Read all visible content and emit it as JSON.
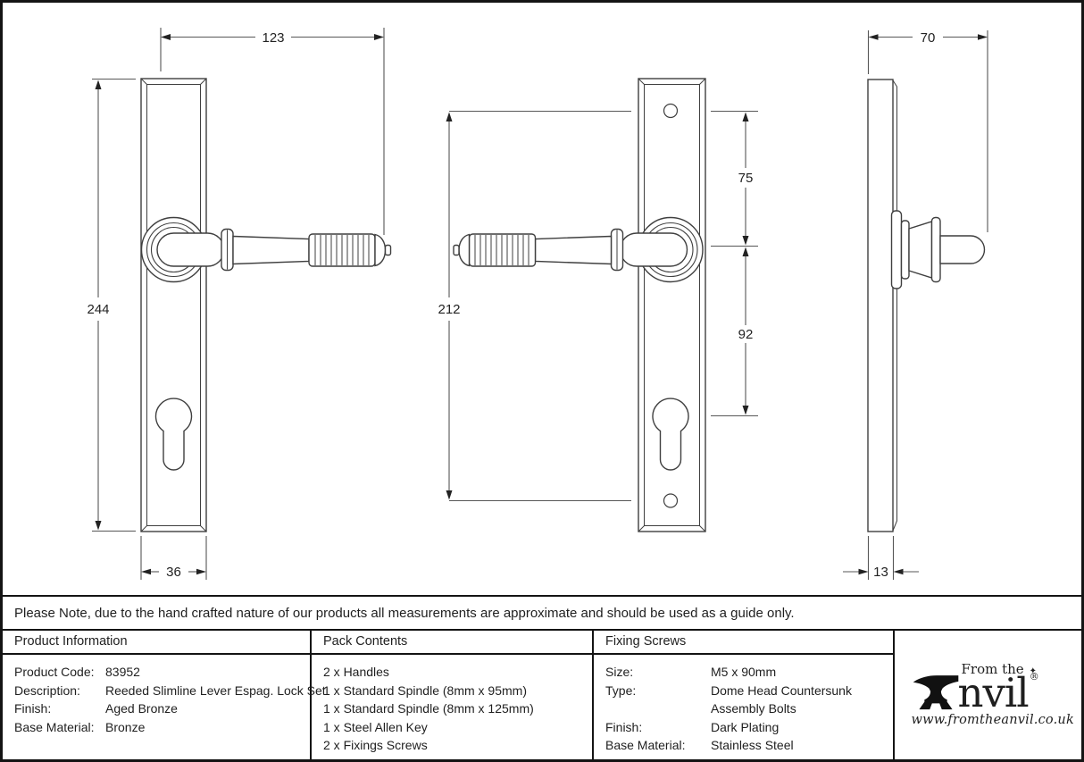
{
  "note": "Please Note, due to the hand crafted nature of our products all measurements are approximate and should be used as a guide only.",
  "drawings": {
    "front_view": {
      "plate_height": "244",
      "handle_width": "123",
      "plate_width": "36"
    },
    "reverse_view": {
      "screw_centres": "212",
      "top_screw_to_handle": "75",
      "handle_to_keyhole": "92"
    },
    "side_view": {
      "projection": "70",
      "plate_depth": "13"
    }
  },
  "table": {
    "product_information": {
      "title": "Product Information",
      "rows": [
        {
          "label": "Product Code:",
          "value": "83952"
        },
        {
          "label": "Description:",
          "value": "Reeded Slimline Lever Espag. Lock Set"
        },
        {
          "label": "Finish:",
          "value": "Aged Bronze"
        },
        {
          "label": "Base Material:",
          "value": "Bronze"
        }
      ]
    },
    "pack_contents": {
      "title": "Pack Contents",
      "items": [
        "2 x Handles",
        "1 x Standard Spindle (8mm x 95mm)",
        "1 x Standard Spindle (8mm x 125mm)",
        "1 x Steel Allen Key",
        "2 x Fixings Screws"
      ]
    },
    "fixing_screws": {
      "title": "Fixing Screws",
      "rows": [
        {
          "label": "Size:",
          "value": "M5 x 90mm"
        },
        {
          "label": "Type:",
          "value": "Dome Head Countersunk"
        },
        {
          "label": "",
          "value": "Assembly Bolts"
        },
        {
          "label": "Finish:",
          "value": "Dark Plating"
        },
        {
          "label": "Base Material:",
          "value": "Stainless Steel"
        }
      ]
    }
  },
  "logo": {
    "tagline": "From the",
    "star": "✦",
    "name_suffix": "nvil",
    "registered": "®",
    "url": "www.fromtheanvil.co.uk"
  },
  "colors": {
    "line": "#3f3f3f",
    "dim": "#575757",
    "text": "#1f1f1f",
    "border": "#141414"
  }
}
